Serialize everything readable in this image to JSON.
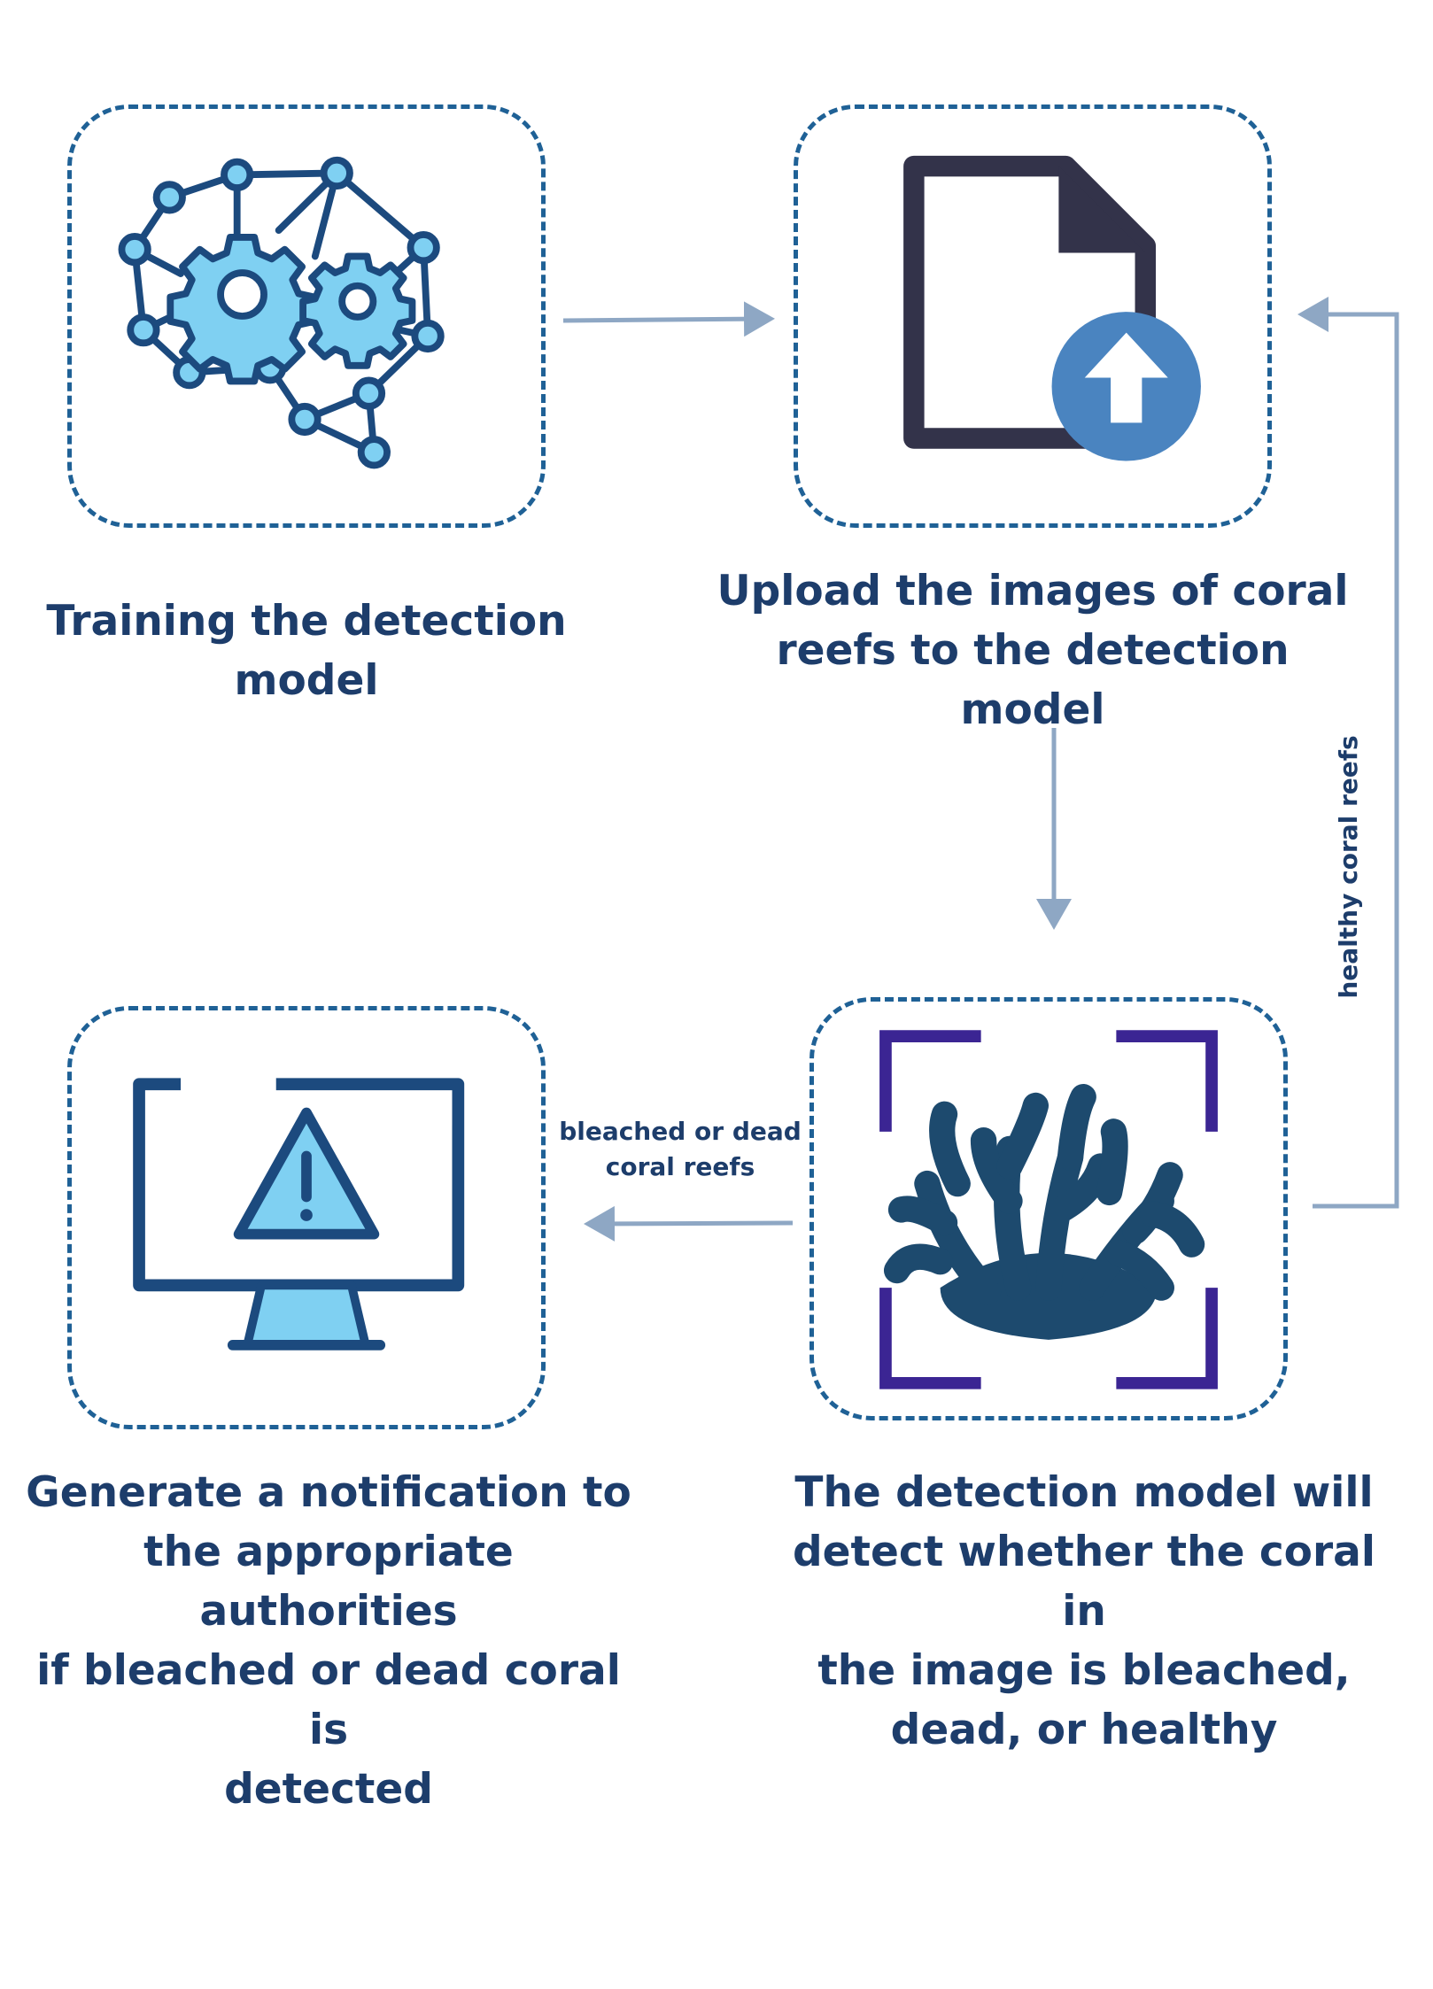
{
  "steps": [
    {
      "id": "train",
      "caption": "Training the detection\nmodel",
      "icon": "brain-gears-icon"
    },
    {
      "id": "upload",
      "caption": "Upload the images of coral\nreefs to the detection model",
      "icon": "file-upload-icon"
    },
    {
      "id": "detect",
      "caption": "The detection model will\ndetect whether the coral in\nthe image is bleached,\ndead, or healthy",
      "icon": "coral-scan-icon"
    },
    {
      "id": "notify",
      "caption": "Generate a notification to\nthe appropriate authorities\nif bleached or dead coral is\ndetected",
      "icon": "monitor-warning-icon"
    }
  ],
  "edges": [
    {
      "from": "train",
      "to": "upload",
      "label": ""
    },
    {
      "from": "upload",
      "to": "detect",
      "label": ""
    },
    {
      "from": "detect",
      "to": "notify",
      "label": "bleached or dead\ncoral reefs"
    },
    {
      "from": "detect",
      "to": "upload",
      "label": "healthy coral reefs"
    }
  ],
  "colors": {
    "box_border": "#1f6196",
    "text": "#1d3d6b",
    "arrow": "#8ea7c4",
    "icon_dark": "#1c4a7e",
    "icon_fill": "#7fd0f2",
    "doc_dark": "#33334a",
    "upload_circle": "#4a84c0",
    "coral": "#1d4a6e",
    "scan_frame": "#3b2593"
  }
}
